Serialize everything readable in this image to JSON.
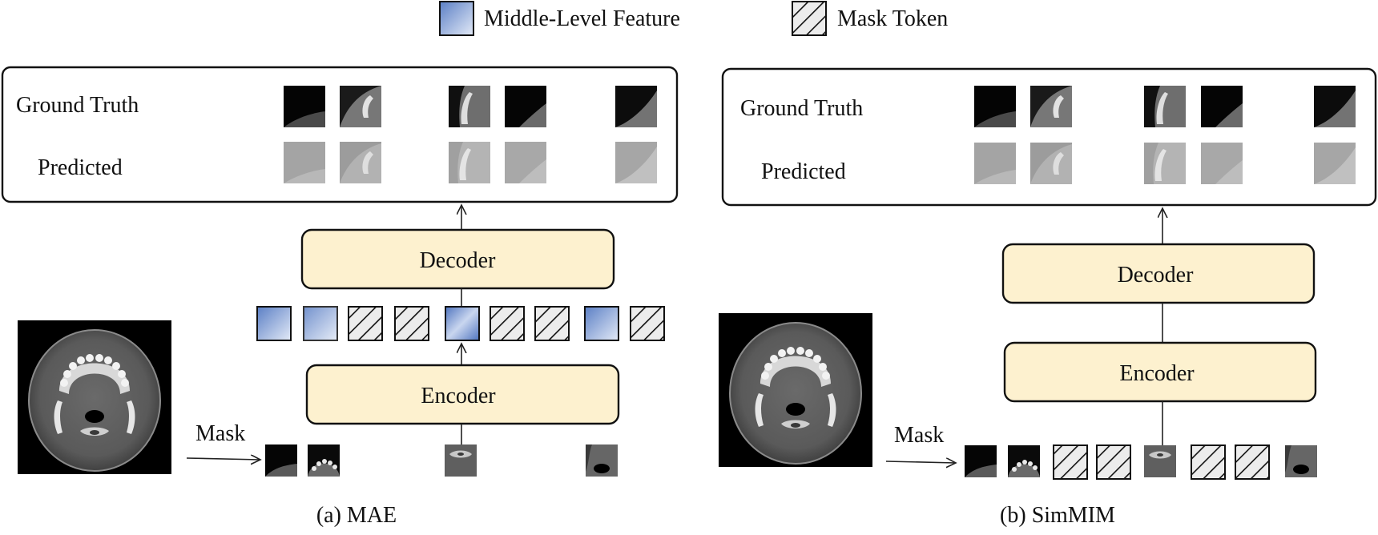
{
  "legend": {
    "feature_label": "Middle-Level Feature",
    "mask_label": "Mask Token"
  },
  "panels": [
    {
      "caption": "(a) MAE",
      "ground_truth_label": "Ground Truth",
      "predicted_label": "Predicted",
      "decoder_label": "Decoder",
      "encoder_label": "Encoder",
      "mask_arrow_label": "Mask"
    },
    {
      "caption": "(b) SimMIM",
      "ground_truth_label": "Ground Truth",
      "predicted_label": "Predicted",
      "decoder_label": "Decoder",
      "encoder_label": "Encoder",
      "mask_arrow_label": "Mask"
    }
  ],
  "colors": {
    "block_fill": "#fdf1cf",
    "feature_light": "#dbe4f5",
    "feature_dark": "#5b7fc5",
    "hatch_bg": "#ececec",
    "ct_background": "#000000"
  }
}
